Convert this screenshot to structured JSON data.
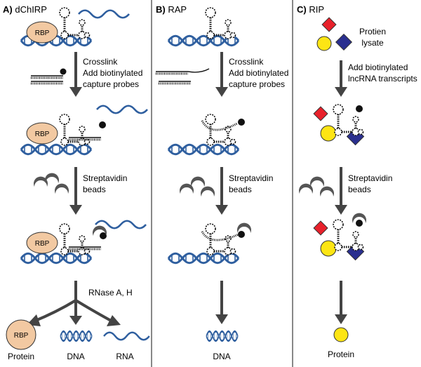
{
  "panels": {
    "a": {
      "letter": "A)",
      "title": "dChIRP",
      "step1_line1": "Crosslink",
      "step1_line2": "Add biotinylated",
      "step1_line3": "capture probes",
      "step2_line1": "Streptavidin",
      "step2_line2": "beads",
      "step3": "RNase A, H",
      "rbp": "RBP",
      "out_protein": "Protein",
      "out_dna": "DNA",
      "out_rna": "RNA"
    },
    "b": {
      "letter": "B)",
      "title": "RAP",
      "step1_line1": "Crosslink",
      "step1_line2": "Add biotinylated",
      "step1_line3": "capture probes",
      "step2_line1": "Streptavidin",
      "step2_line2": "beads",
      "out_dna": "DNA"
    },
    "c": {
      "letter": "C)",
      "title": "RIP",
      "lysate_line1": "Protien",
      "lysate_line2": "lysate",
      "step1_line1": "Add biotinylated",
      "step1_line2": "lncRNA transcripts",
      "step2_line1": "Streptavidin",
      "step2_line2": "beads",
      "out_protein": "Protein"
    }
  },
  "colors": {
    "dna": "#2f5f9f",
    "rbp_fill": "#f2c9a2",
    "red_diamond": "#e8212b",
    "yellow_circle": "#fde514",
    "blue_diamond": "#2a2f8f",
    "bead": "#555555",
    "arrow": "#444444"
  }
}
